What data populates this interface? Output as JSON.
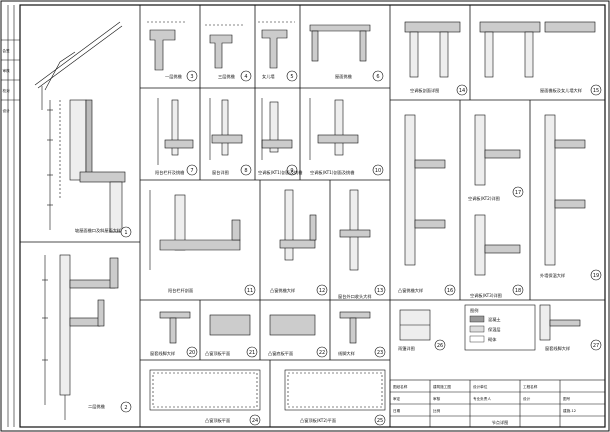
{
  "sheet_title": "节点详图",
  "details": [
    {
      "id": "1",
      "title": "坡屋面檐口及斜屋面大样"
    },
    {
      "id": "2",
      "title": "二层挑檐"
    },
    {
      "id": "3",
      "title": "一层挑檐"
    },
    {
      "id": "4",
      "title": "三层挑檐"
    },
    {
      "id": "5",
      "title": "女儿墙"
    },
    {
      "id": "6",
      "title": "屋面挑檐"
    },
    {
      "id": "7",
      "title": "阳台栏杆及挑檐"
    },
    {
      "id": "8",
      "title": "窗台详图"
    },
    {
      "id": "9",
      "title": "空调板(KT1)剖面及挑檐"
    },
    {
      "id": "10",
      "title": "空调板(KT1)剖面及挑檐"
    },
    {
      "id": "11",
      "title": "阳台栏杆剖面"
    },
    {
      "id": "12",
      "title": "凸窗挑檐大样"
    },
    {
      "id": "13",
      "title": "窗台外口收头大样"
    },
    {
      "id": "14",
      "title": "空调板剖面详图"
    },
    {
      "id": "15",
      "title": "屋面檐板及女儿墙大样"
    },
    {
      "id": "16",
      "title": "凸窗挑檐大样"
    },
    {
      "id": "17",
      "title": "空调板(KT2)详图"
    },
    {
      "id": "18",
      "title": "空调板(KT3)详图"
    },
    {
      "id": "19",
      "title": "外墙保温大样"
    },
    {
      "id": "20",
      "title": "窗套线脚大样"
    },
    {
      "id": "21",
      "title": "凸窗顶板平面"
    },
    {
      "id": "22",
      "title": "凸窗底板平面"
    },
    {
      "id": "23",
      "title": "线脚大样"
    },
    {
      "id": "24",
      "title": "凸窗顶板平面"
    },
    {
      "id": "25",
      "title": "凸窗顶板(KT2)平面"
    },
    {
      "id": "26",
      "title": "雨篷详图"
    },
    {
      "id": "27",
      "title": "窗套线脚大样"
    }
  ],
  "legend": {
    "title": "图例",
    "items": [
      "混凝土",
      "保温层",
      "砌体"
    ]
  },
  "title_block": {
    "cells": [
      "图纸名称",
      "建筑施工图",
      "设计单位",
      "工程名称",
      "审定",
      "审核",
      "专业负责人",
      "设计",
      "图号",
      "建施-12",
      "日期",
      "比例"
    ]
  },
  "border_labels": [
    "会签",
    "审核",
    "校对",
    "设计"
  ]
}
